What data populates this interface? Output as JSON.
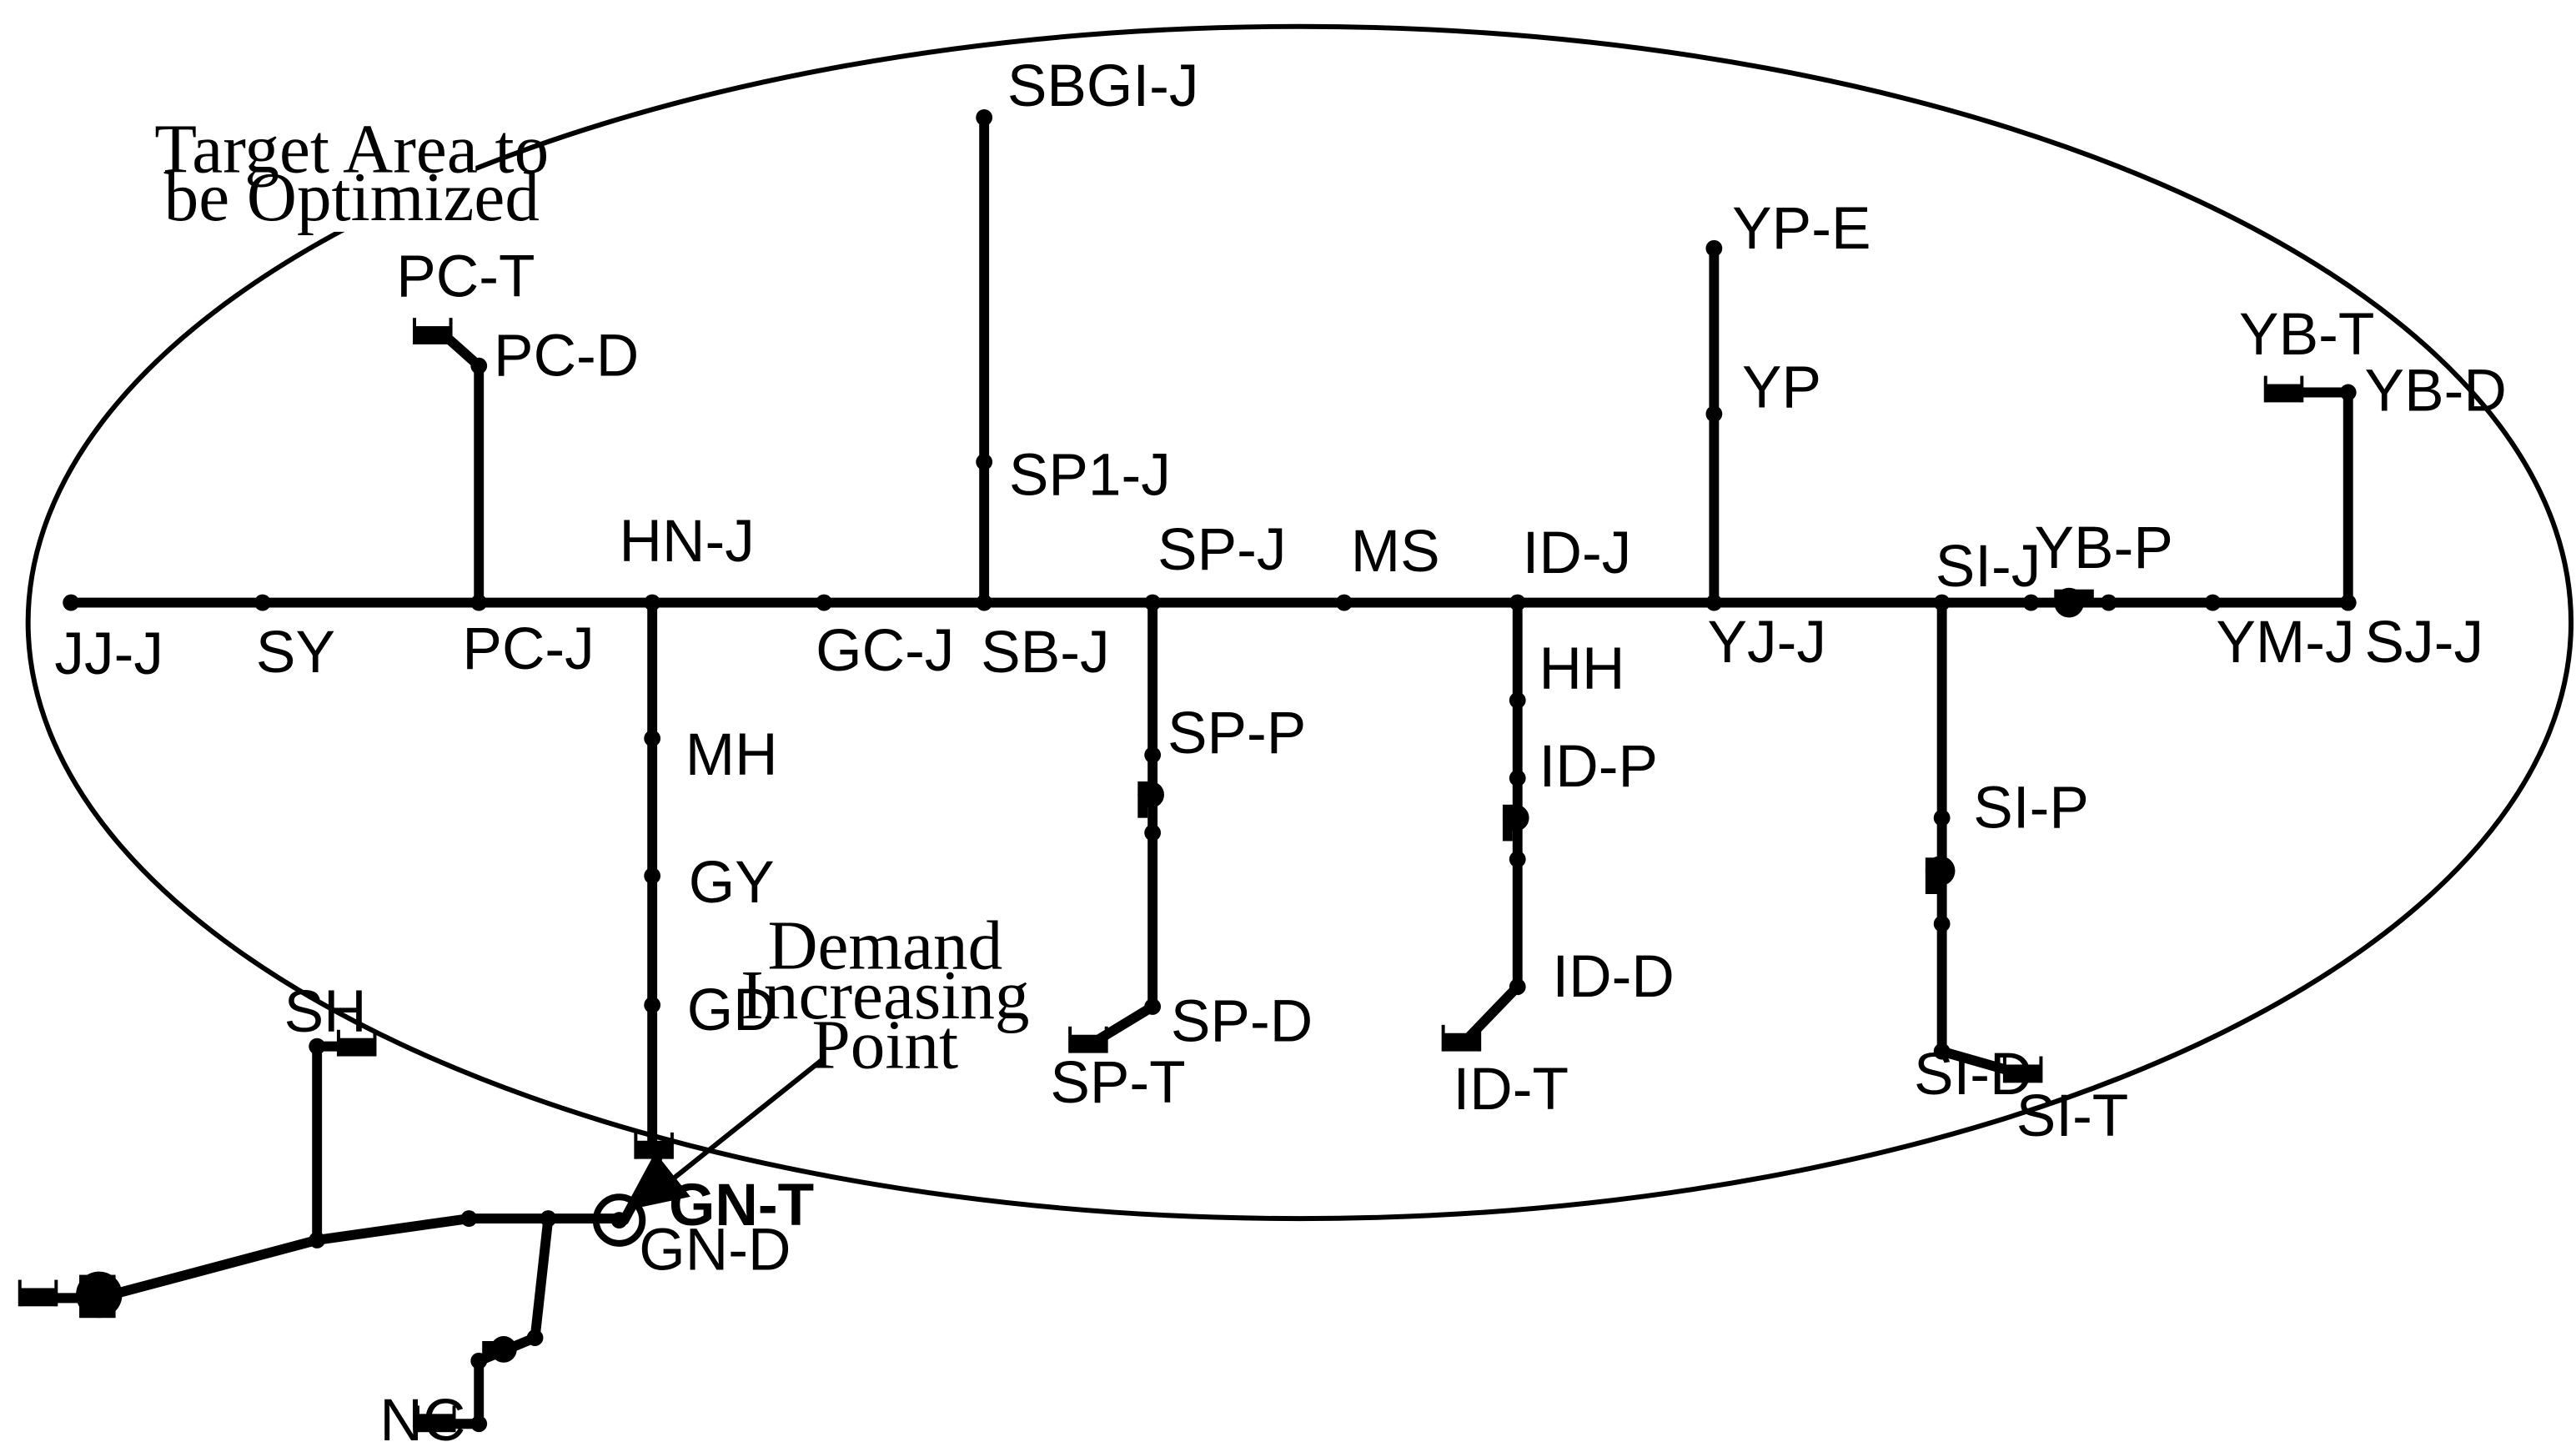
{
  "annotations": {
    "target_area": [
      "Target Area to",
      "be Optimized"
    ],
    "demand_point": [
      "Demand",
      "Increasing",
      "Point"
    ]
  },
  "nodes": {
    "jj_j": "JJ-J",
    "sy": "SY",
    "pc_j": "PC-J",
    "pc_d": "PC-D",
    "pc_t": "PC-T",
    "hn_j": "HN-J",
    "mh": "MH",
    "gy": "GY",
    "gd": "GD",
    "gn_t": "GN-T",
    "gn_d": "GN-D",
    "gc_j": "GC-J",
    "sb_j": "SB-J",
    "sp1_j": "SP1-J",
    "sbgi_j": "SBGI-J",
    "sp_j": "SP-J",
    "sp_p": "SP-P",
    "sp_d": "SP-D",
    "sp_t": "SP-T",
    "ms": "MS",
    "id_j": "ID-J",
    "hh": "HH",
    "id_p": "ID-P",
    "id_d": "ID-D",
    "id_t": "ID-T",
    "yj_j": "YJ-J",
    "yp": "YP",
    "yp_e": "YP-E",
    "si_j": "SI-J",
    "si_p": "SI-P",
    "si_d": "SI-D",
    "si_t": "SI-T",
    "yb_p": "YB-P",
    "ym_j": "YM-J",
    "sj_j": "SJ-J",
    "yb_d": "YB-D",
    "yb_t": "YB-T",
    "sh": "SH",
    "nc": "NC"
  }
}
